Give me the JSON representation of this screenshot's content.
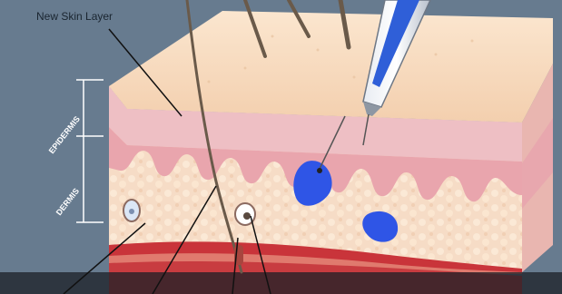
{
  "labels": {
    "new_skin_layer": "New Skin Layer",
    "epidermis": "EPIDERMIS",
    "dermis": "DERMIS"
  },
  "colors": {
    "background": "#5e7389",
    "surface_top": "#f7dcc0",
    "epidermis_band": "#eebfc4",
    "dermis_tissue": "#f6dcc6",
    "fat_layer": "#c9343a",
    "pen_blue": "#2f5fd8",
    "blob_blue": "#2f55e6",
    "hair": "#6a5a4a",
    "leader_line": "#111111",
    "label_text": "#1a2530",
    "side_label_text": "#ffffff"
  },
  "icons": [
    "epilator-pen-icon"
  ]
}
